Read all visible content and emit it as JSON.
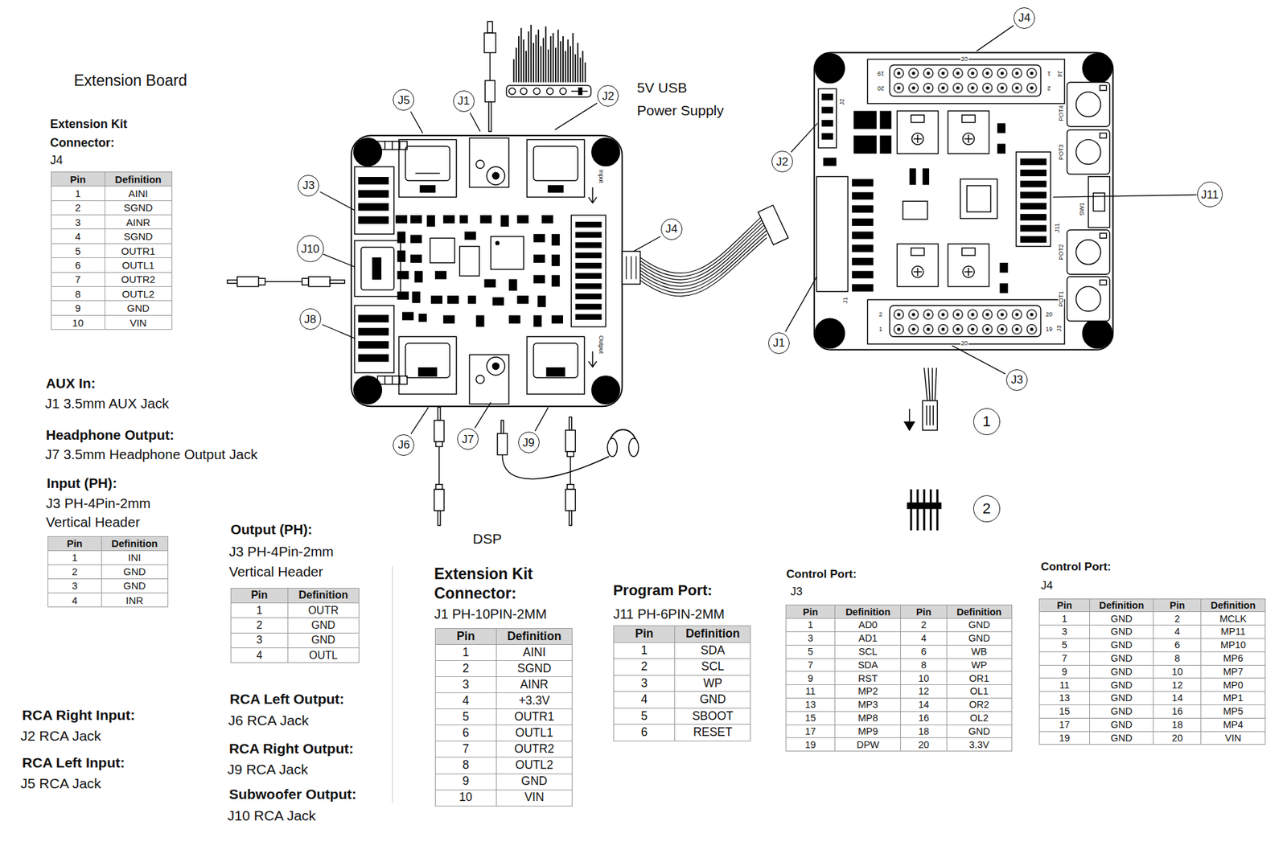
{
  "diagram": {
    "nodes": [
      {
        "text": [
          "J5"
        ]
      },
      {
        "text": [
          "J1"
        ]
      },
      {
        "text": [
          "J2"
        ]
      },
      {
        "text": [
          "J3"
        ]
      },
      {
        "text": [
          "J10"
        ]
      },
      {
        "text": [
          "J4"
        ]
      },
      {
        "text": [
          "J8"
        ]
      },
      {
        "text": [
          "J6"
        ]
      },
      {
        "text": [
          "J7"
        ]
      },
      {
        "text": [
          "J9"
        ]
      },
      {
        "text": [
          "J4"
        ]
      },
      {
        "text": [
          "J2"
        ]
      },
      {
        "text": [
          "J11"
        ]
      },
      {
        "text": [
          "J1"
        ]
      },
      {
        "text": [
          "J3"
        ]
      },
      {
        "text": [
          "1"
        ]
      },
      {
        "text": [
          "2"
        ]
      }
    ],
    "labels": [
      "Extension Board",
      "Extension Kit Connector:",
      "J4",
      "Pin",
      "Definition",
      "1",
      "AINI",
      "2",
      "SGND",
      "3",
      "AINR",
      "4",
      "SGND",
      "5",
      "OUTR1",
      "6",
      "OUTL1",
      "7",
      "OUTR2",
      "8",
      "OUTL2",
      "9",
      "GND",
      "10",
      "VIN",
      "AUX In:",
      "J1 3.5mm AUX Jack",
      "Headphone Output:",
      "J7 3.5mm Headphone Output Jack",
      "Input (PH):",
      "J3 PH-4Pin-2mm Vertical Header",
      "Pin",
      "Definition",
      "1",
      "INI",
      "2",
      "GND",
      "3",
      "GND",
      "4",
      "INR",
      "Output (PH):",
      "J3 PH-4Pin-2mm Vertical Header",
      "Pin",
      "Definition",
      "1",
      "OUTR",
      "2",
      "GND",
      "3",
      "GND",
      "4",
      "OUTL",
      "RCA Right Input:",
      "J2 RCA Jack",
      "RCA Left Input:",
      "J5 RCA Jack",
      "RCA Left Output:",
      "J6 RCA Jack",
      "RCA Right Output:",
      "J9 RCA Jack",
      "Subwoofer Output:",
      "J10 RCA Jack",
      "5V USB Power Supply",
      "Input",
      "Output",
      "20",
      "19",
      "20",
      "1",
      "2",
      "J4",
      "POT4",
      "POT3",
      "SW1",
      "J11",
      "POT2",
      "POT1",
      "J2",
      "J1",
      "2",
      "1",
      "20",
      "19",
      "J3",
      "20",
      "DSP",
      "Extension Kit Connector:",
      "J1 PH-10PIN-2MM",
      "Pin",
      "Definition",
      "1",
      "AINI",
      "2",
      "SGND",
      "3",
      "AINR",
      "4",
      "+3.3V",
      "5",
      "OUTR1",
      "6",
      "OUTL1",
      "7",
      "OUTR2",
      "8",
      "OUTL2",
      "9",
      "GND",
      "10",
      "VIN",
      "Program Port:",
      "J11 PH-6PIN-2MM",
      "Pin",
      "Definition",
      "1",
      "SDA",
      "2",
      "SCL",
      "3",
      "WP",
      "4",
      "GND",
      "5",
      "SBOOT",
      "6",
      "RESET",
      "Control Port:",
      "J3",
      "Pin",
      "Definition",
      "Pin",
      "Definition",
      "1",
      "AD0",
      "2",
      "GND",
      "3",
      "AD1",
      "4",
      "GND",
      "5",
      "SCL",
      "6",
      "WB",
      "7",
      "SDA",
      "8",
      "WP",
      "9",
      "RST",
      "10",
      "OR1",
      "11",
      "MP2",
      "12",
      "OL1",
      "13",
      "MP3",
      "14",
      "OR2",
      "15",
      "MP8",
      "16",
      "OL2",
      "17",
      "MP9",
      "18",
      "GND",
      "19",
      "DPW",
      "20",
      "3.3V",
      "Control Port:",
      "J4",
      "Pin",
      "Definition",
      "Pin",
      "Definition",
      "1",
      "GND",
      "2",
      "MCLK",
      "3",
      "GND",
      "4",
      "MP11",
      "5",
      "GND",
      "6",
      "MP10",
      "7",
      "GND",
      "8",
      "MP6",
      "9",
      "GND",
      "10",
      "MP7",
      "11",
      "GND",
      "12",
      "MP0",
      "13",
      "GND",
      "14",
      "MP1",
      "15",
      "GND",
      "16",
      "MP5",
      "17",
      "GND",
      "18",
      "MP4",
      "19",
      "GND",
      "20",
      "VIN"
    ]
  }
}
